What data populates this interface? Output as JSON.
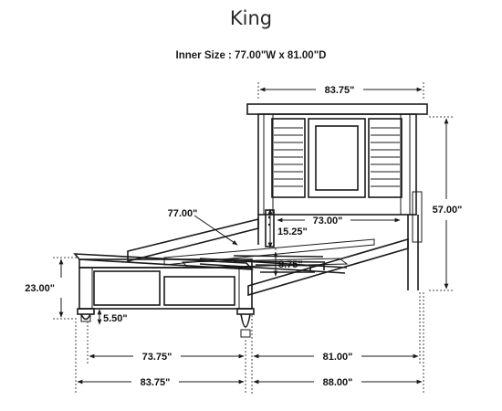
{
  "title": "King",
  "subtitle": "Inner Size : 77.00\"W x 81.00\"D",
  "dimensions": {
    "headboard_width": "83.75\"",
    "headboard_height": "57.00\"",
    "inner_width": "77.00\"",
    "rail_length": "73.00\"",
    "rail_drop": "15.25\"",
    "slat_height": "8.75\"",
    "footboard_height": "23.00\"",
    "leg_height": "5.50\"",
    "footboard_inner": "73.75\"",
    "inner_depth": "81.00\"",
    "overall_width": "83.75\"",
    "overall_depth": "88.00\""
  }
}
